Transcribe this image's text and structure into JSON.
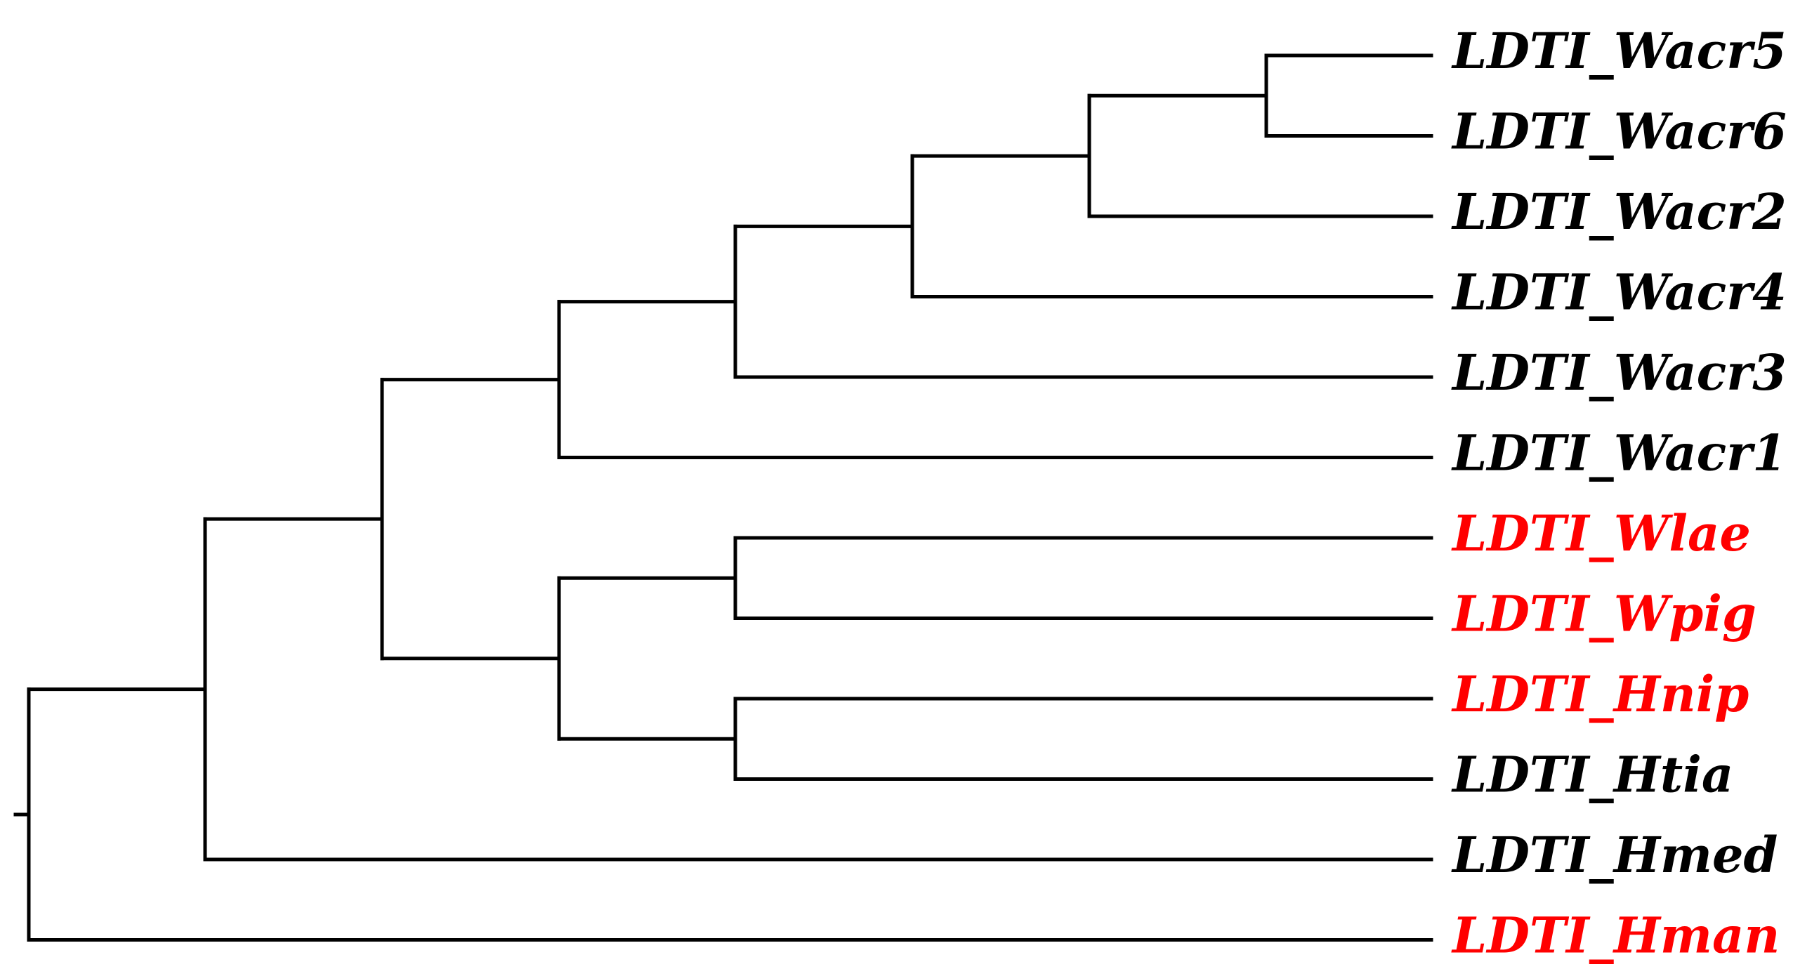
{
  "colors": {
    "branch": "#000000",
    "default_label": "#000000",
    "highlight_label": "#ff0000"
  },
  "tree": {
    "layout": "rectangular-cladogram",
    "orientation": "left-to-right",
    "topology": "((((((((LDTI_Wacr5,LDTI_Wacr6),LDTI_Wacr2),LDTI_Wacr4),LDTI_Wacr3),LDTI_Wacr1),((LDTI_Wlae,LDTI_Wpig),(LDTI_Hnip,LDTI_Htia))),LDTI_Hmed),LDTI_Hman);",
    "leaves": [
      {
        "label": "LDTI_Wacr5",
        "highlighted": false
      },
      {
        "label": "LDTI_Wacr6",
        "highlighted": false
      },
      {
        "label": "LDTI_Wacr2",
        "highlighted": false
      },
      {
        "label": "LDTI_Wacr4",
        "highlighted": false
      },
      {
        "label": "LDTI_Wacr3",
        "highlighted": false
      },
      {
        "label": "LDTI_Wacr1",
        "highlighted": false
      },
      {
        "label": "LDTI_Wlae",
        "highlighted": true
      },
      {
        "label": "LDTI_Wpig",
        "highlighted": true
      },
      {
        "label": "LDTI_Hnip",
        "highlighted": true
      },
      {
        "label": "LDTI_Htia",
        "highlighted": false
      },
      {
        "label": "LDTI_Hmed",
        "highlighted": false
      },
      {
        "label": "LDTI_Hman",
        "highlighted": true
      }
    ]
  }
}
